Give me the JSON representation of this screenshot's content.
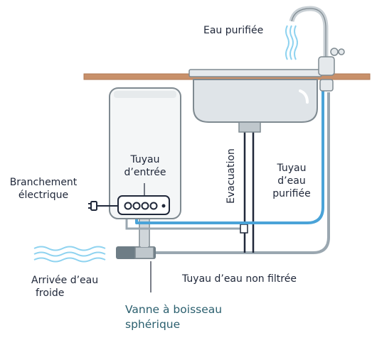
{
  "labels": {
    "eau_purifiee": "Eau purifiée",
    "tuyau_entree_1": "Tuyau",
    "tuyau_entree_2": "d’entrée",
    "branchement_1": "Branchement",
    "branchement_2": "électrique",
    "evacuation": "Evacuation",
    "tuyau_purifiee_1": "Tuyau",
    "tuyau_purifiee_2": "d’eau",
    "tuyau_purifiee_3": "purifiée",
    "arrivee_1": "Arrivée d’eau",
    "arrivee_2": "froide",
    "non_filtree": "Tuyau d’eau non filtrée",
    "vanne_1": "Vanne à boisseau",
    "vanne_2": "sphérique"
  },
  "colors": {
    "countertop": "#c8906a",
    "filtered_pipe": "#4aa3d8",
    "unfiltered_pipe": "#9aa7b0",
    "text": "#20283a",
    "text_teal": "#2b5f6e",
    "water": "#8fd3f0"
  }
}
